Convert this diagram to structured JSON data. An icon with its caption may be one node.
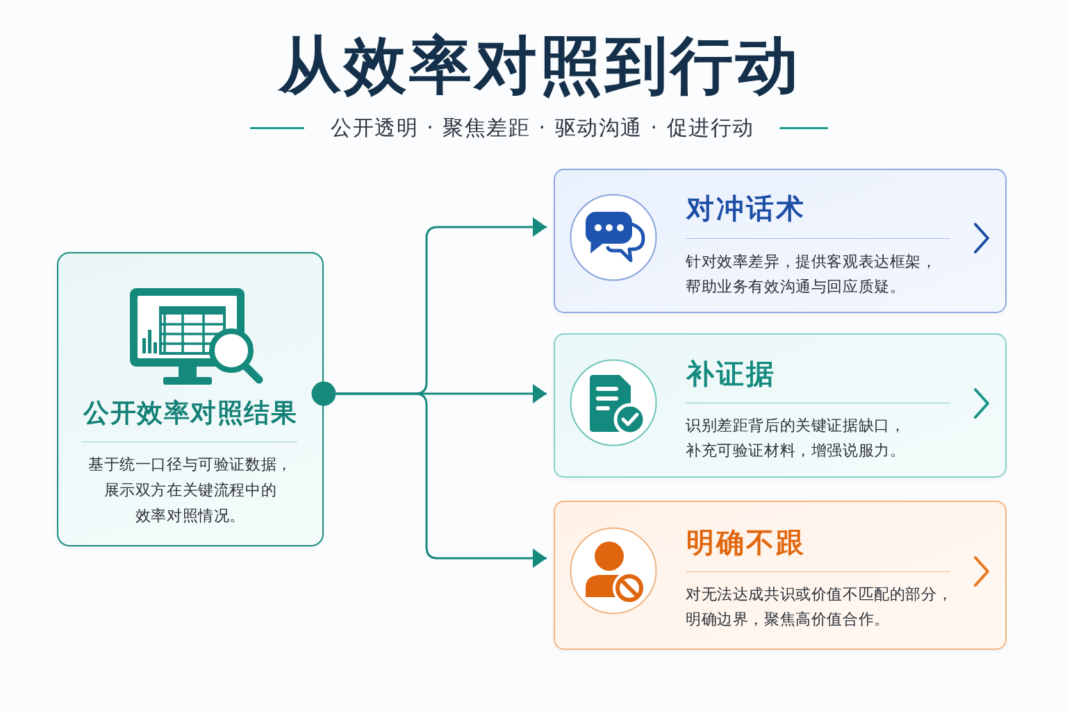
{
  "diagram": {
    "title": "从效率对照到行动",
    "nodes": [
      {
        "text": [
          "公开效率对照结果",
          "基于统一口径与可验证数据，展示双方在关键流程中的效率对照情况。"
        ]
      },
      {
        "text": [
          "对冲话术",
          "针对效率差异，提供客观表达框架，帮助业务有效沟通与回应质疑。"
        ]
      },
      {
        "text": [
          "补证据",
          "识别差距背后的关键证据缺口，补充可验证材料，增强说服力。"
        ]
      },
      {
        "text": [
          "明确不跟",
          "对无法达成共识或价值不匹配的部分，明确边界，聚焦高价值合作。"
        ]
      }
    ],
    "edges": [
      {
        "from": 0,
        "to": 1,
        "arrow": "to"
      },
      {
        "from": 0,
        "to": 2,
        "arrow": "to"
      },
      {
        "from": 0,
        "to": 3,
        "arrow": "to"
      }
    ],
    "labels": [
      "公开透明 · 聚焦差距 · 驱动沟通 · 促进行动"
    ]
  }
}
